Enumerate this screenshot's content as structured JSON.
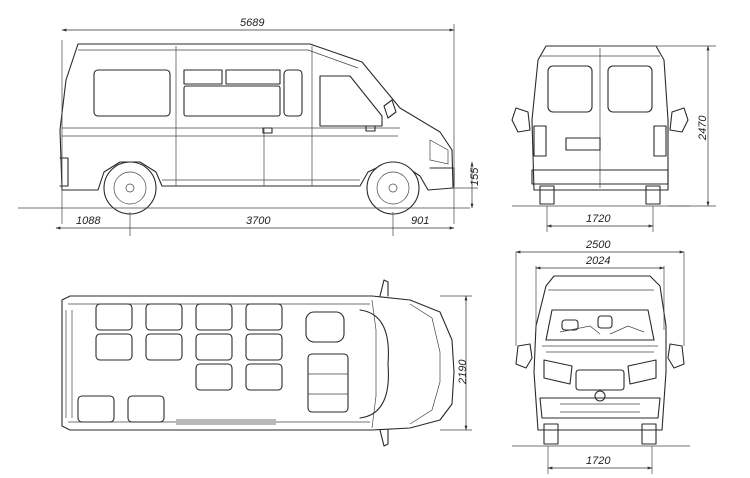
{
  "dimensions": {
    "overall_length": "5689",
    "front_overhang": "1088",
    "wheelbase": "3700",
    "rear_overhang": "901",
    "ground_clearance": "155",
    "height": "2470",
    "rear_track": "1720",
    "width_mirrors": "2500",
    "body_width": "2024",
    "plan_width": "2190",
    "front_track": "1720"
  }
}
